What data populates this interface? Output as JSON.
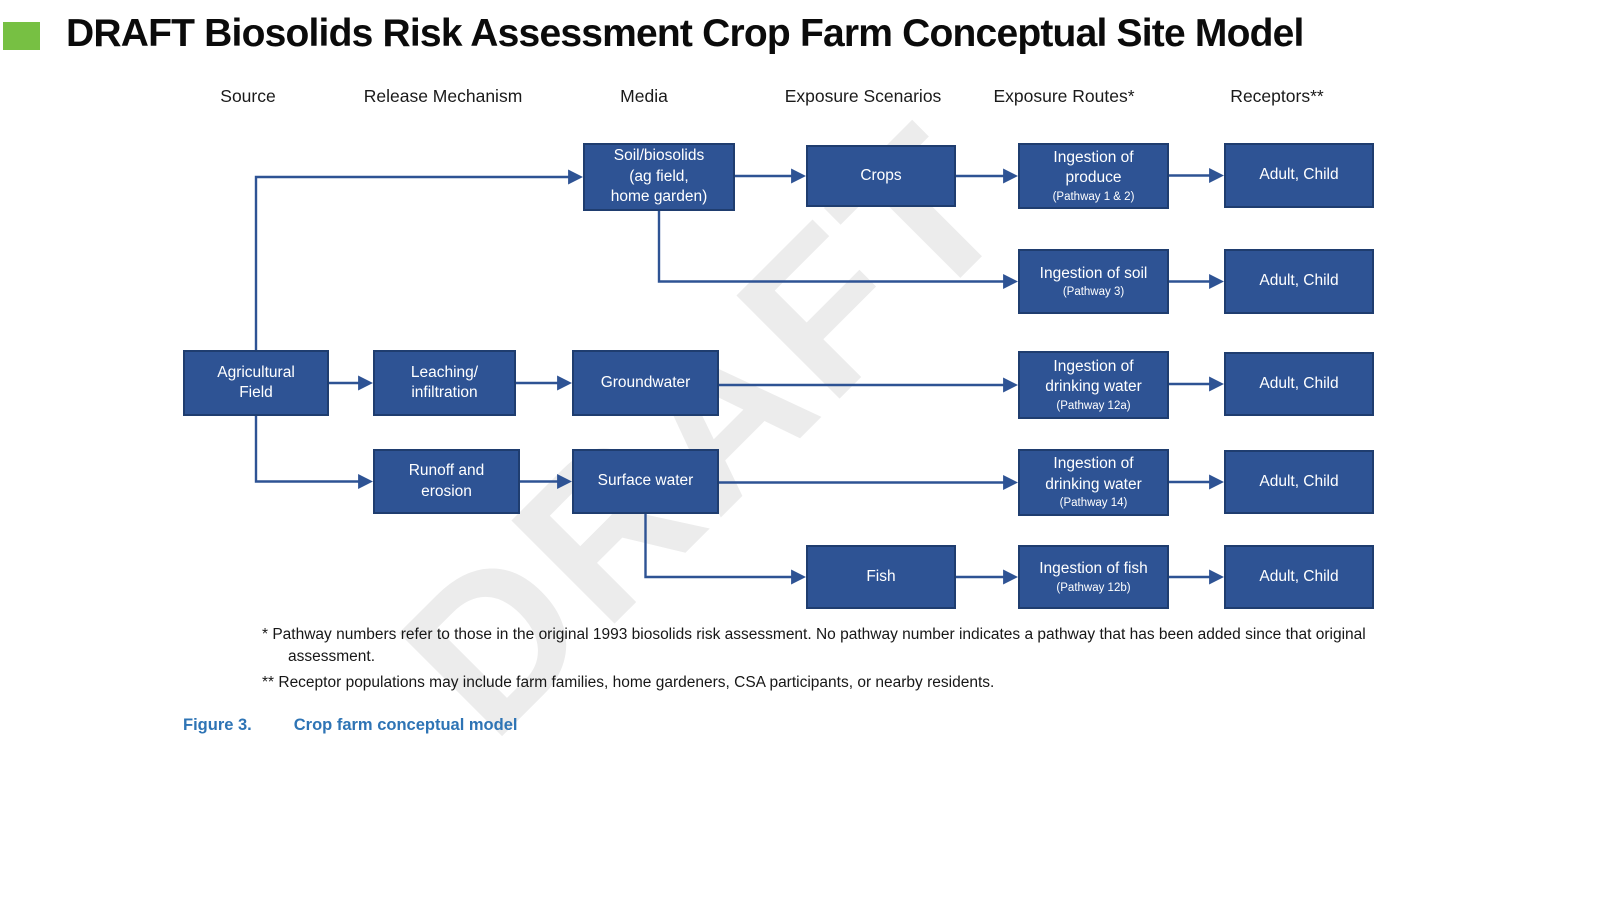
{
  "title": {
    "text": "DRAFT Biosolids Risk Assessment Crop Farm Conceptual Site Model"
  },
  "columns": [
    {
      "id": "source",
      "label": "Source"
    },
    {
      "id": "release",
      "label": "Release Mechanism"
    },
    {
      "id": "media",
      "label": "Media"
    },
    {
      "id": "scenarios",
      "label": "Exposure Scenarios"
    },
    {
      "id": "routes",
      "label": "Exposure Routes*"
    },
    {
      "id": "receptors",
      "label": "Receptors**"
    }
  ],
  "diagram": {
    "nodes": [
      {
        "id": "ag-field",
        "name": "agricultural-field-box",
        "lines": [
          "Agricultural",
          "Field"
        ]
      },
      {
        "id": "leaching",
        "name": "leaching-infiltration-box",
        "lines": [
          "Leaching/",
          "infiltration"
        ]
      },
      {
        "id": "runoff",
        "name": "runoff-and-erosion-box",
        "lines": [
          "Runoff and",
          "erosion"
        ]
      },
      {
        "id": "soil",
        "name": "soil-biosolids-box",
        "lines": [
          "Soil/biosolids",
          "(ag field,",
          "home garden)"
        ]
      },
      {
        "id": "groundwater",
        "name": "groundwater-box",
        "lines": [
          "Groundwater"
        ]
      },
      {
        "id": "surface",
        "name": "surface-water-box",
        "lines": [
          "Surface water"
        ]
      },
      {
        "id": "crops",
        "name": "crops-box",
        "lines": [
          "Crops"
        ]
      },
      {
        "id": "fish",
        "name": "fish-box",
        "lines": [
          "Fish"
        ]
      },
      {
        "id": "route-produce",
        "name": "ingestion-of-produce-box",
        "lines": [
          "Ingestion of",
          "produce"
        ],
        "sub": "(Pathway 1 & 2)"
      },
      {
        "id": "route-soil",
        "name": "ingestion-of-soil-box",
        "lines": [
          "Ingestion of soil"
        ],
        "sub": "(Pathway 3)"
      },
      {
        "id": "route-gw",
        "name": "ingestion-of-drinking-water-groundwater-box",
        "lines": [
          "Ingestion of",
          "drinking water"
        ],
        "sub": "(Pathway 12a)"
      },
      {
        "id": "route-sw",
        "name": "ingestion-of-drinking-water-surface-box",
        "lines": [
          "Ingestion of",
          "drinking water"
        ],
        "sub": "(Pathway 14)"
      },
      {
        "id": "route-fish",
        "name": "ingestion-of-fish-box",
        "lines": [
          "Ingestion of fish"
        ],
        "sub": "(Pathway 12b)"
      },
      {
        "id": "adult-1",
        "name": "receptor-adult-child-box",
        "lines": [
          "Adult, Child"
        ]
      },
      {
        "id": "adult-2",
        "name": "receptor-adult-child-box",
        "lines": [
          "Adult, Child"
        ]
      },
      {
        "id": "adult-3",
        "name": "receptor-adult-child-box",
        "lines": [
          "Adult, Child"
        ]
      },
      {
        "id": "adult-4",
        "name": "receptor-adult-child-box",
        "lines": [
          "Adult, Child"
        ]
      },
      {
        "id": "adult-5",
        "name": "receptor-adult-child-box",
        "lines": [
          "Adult, Child"
        ]
      }
    ],
    "edges": [
      {
        "from": "ag-field",
        "to": "soil",
        "route": "top-elbow"
      },
      {
        "from": "ag-field",
        "to": "leaching",
        "route": "direct"
      },
      {
        "from": "ag-field",
        "to": "runoff",
        "route": "bottom-elbow"
      },
      {
        "from": "soil",
        "to": "crops",
        "route": "direct"
      },
      {
        "from": "soil",
        "to": "route-soil",
        "route": "bottom-elbow"
      },
      {
        "from": "crops",
        "to": "route-produce",
        "route": "direct"
      },
      {
        "from": "route-produce",
        "to": "adult-1",
        "route": "direct"
      },
      {
        "from": "route-soil",
        "to": "adult-2",
        "route": "direct"
      },
      {
        "from": "leaching",
        "to": "groundwater",
        "route": "direct"
      },
      {
        "from": "groundwater",
        "to": "route-gw",
        "route": "direct"
      },
      {
        "from": "route-gw",
        "to": "adult-3",
        "route": "direct"
      },
      {
        "from": "runoff",
        "to": "surface",
        "route": "direct"
      },
      {
        "from": "surface",
        "to": "route-sw",
        "route": "direct"
      },
      {
        "from": "route-sw",
        "to": "adult-4",
        "route": "direct"
      },
      {
        "from": "surface",
        "to": "fish",
        "route": "bottom-elbow"
      },
      {
        "from": "fish",
        "to": "route-fish",
        "route": "direct"
      },
      {
        "from": "route-fish",
        "to": "adult-5",
        "route": "direct"
      }
    ]
  },
  "watermark": "DRAFT",
  "footnotes": [
    "* Pathway numbers refer to those in the original 1993 biosolids risk assessment.  No pathway number indicates a pathway that has been added since that original assessment.",
    "** Receptor populations may include farm families, home gardeners, CSA participants, or nearby residents."
  ],
  "figure": {
    "label": "Figure 3.",
    "caption": "Crop farm conceptual model"
  },
  "colors": {
    "box_fill": "#2e5394",
    "box_border": "#1f3d6f",
    "arrow": "#2e5394",
    "title_bullet": "#77c043",
    "caption_blue": "#2e74b5",
    "watermark_gray": "#ececec"
  }
}
